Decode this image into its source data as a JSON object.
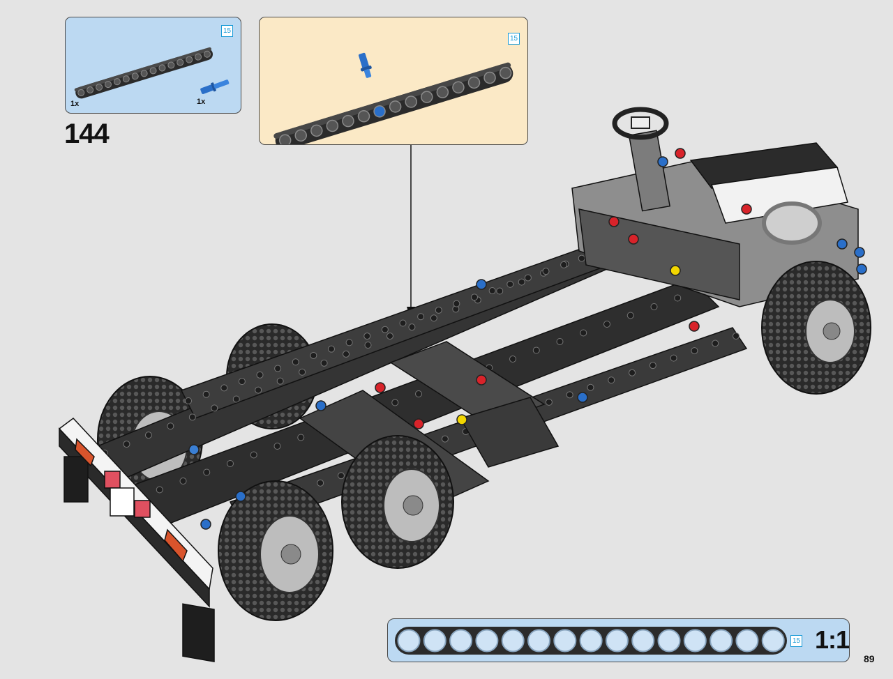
{
  "step": {
    "number": "144"
  },
  "parts_list": {
    "items": [
      {
        "part": "beam-15",
        "quantity": "1x",
        "length_badge": "15",
        "icon": "black-liftarm-15-icon"
      },
      {
        "part": "pin-axle",
        "quantity": "1x",
        "icon": "blue-axle-pin-icon"
      }
    ]
  },
  "callout": {
    "length_badge": "15",
    "icon": "black-liftarm-15-with-blue-pin-icon"
  },
  "model": {
    "icon": "truck-chassis-assembly-icon"
  },
  "ruler": {
    "holes": 15,
    "length_badge": "15",
    "scale_label": "1:1"
  },
  "page": {
    "number": "89"
  },
  "colors": {
    "parts_box_bg": "#bcd9f2",
    "callout_bg": "#fbe9c6",
    "page_bg": "#e4e4e4",
    "badge_blue": "#1a9bd7",
    "pin_blue": "#2a6fc9"
  }
}
